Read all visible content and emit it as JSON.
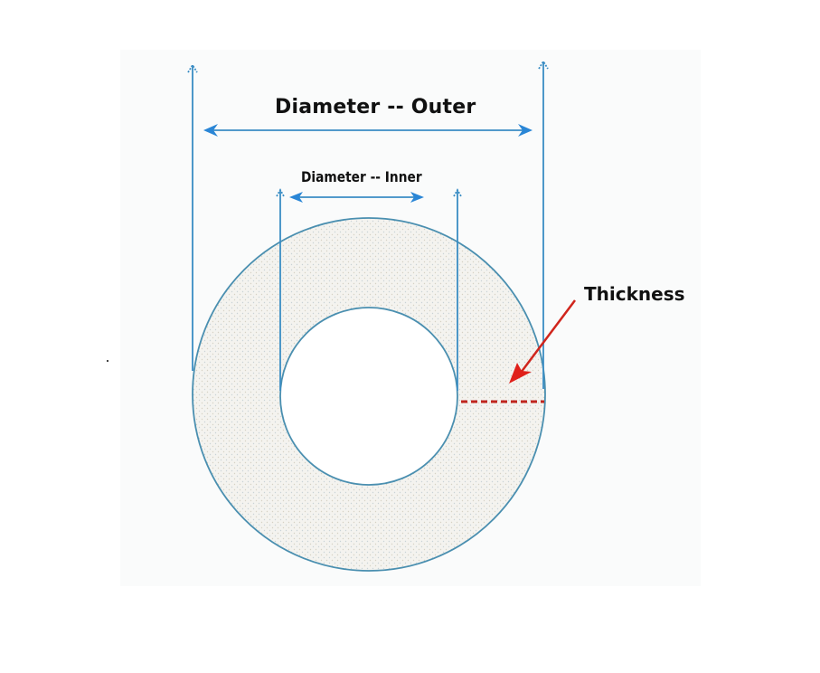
{
  "diagram": {
    "type": "tube-cross-section",
    "labels": {
      "outer_diameter": "Diameter -- Outer",
      "inner_diameter": "Diameter -- Inner",
      "thickness": "Thickness"
    },
    "colors": {
      "dimension_lines": "#3a8dc4",
      "arrowheads": "#2a86d6",
      "circle_stroke": "#4a8fb0",
      "ring_fill": "#f3f2ee",
      "thickness_marker": "#c0251e",
      "label_text": "#111111",
      "panel_background": "#fafbfb"
    }
  }
}
